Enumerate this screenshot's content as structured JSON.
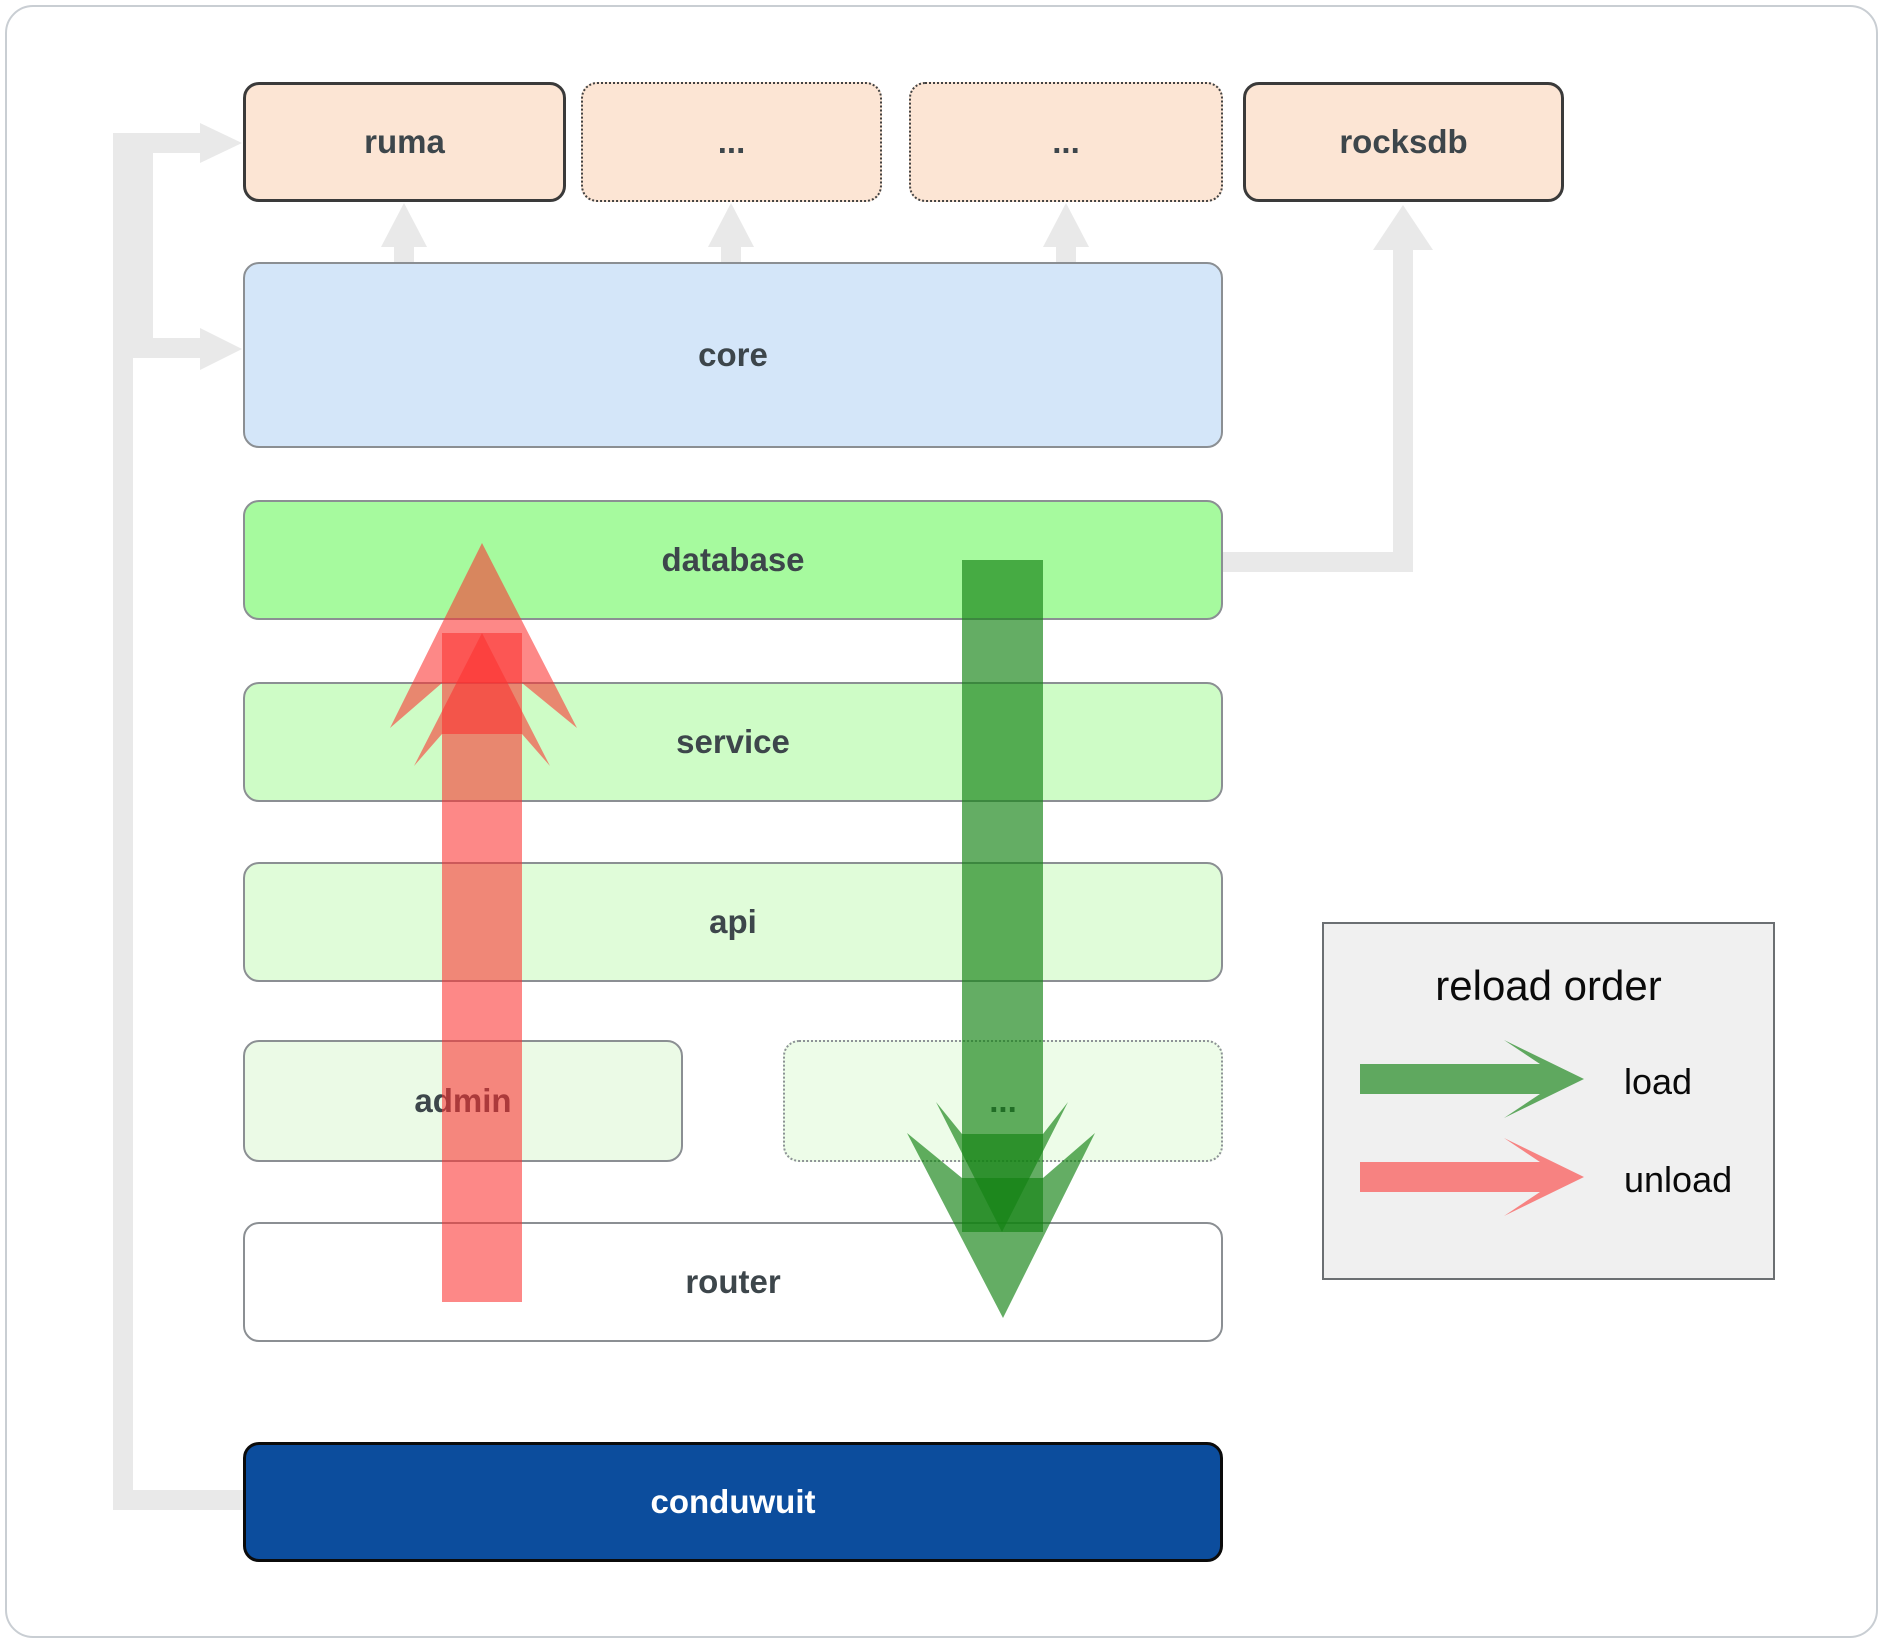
{
  "diagram": {
    "title_hint": "conduwuit architecture reload/load order diagram",
    "nodes": {
      "ruma": "ruma",
      "extra1": "...",
      "extra2": "...",
      "rocksdb": "rocksdb",
      "core": "core",
      "database": "database",
      "service": "service",
      "api": "api",
      "admin": "admin",
      "admin_extra": "...",
      "router": "router",
      "conduwuit": "conduwuit"
    },
    "legend": {
      "title": "reload order",
      "items": [
        {
          "label": "load",
          "color": "#2e8b2e"
        },
        {
          "label": "unload",
          "color": "#fa5a5a"
        }
      ]
    },
    "colors": {
      "peach_fill": "#fce5d4",
      "core_fill": "#d4e6f9",
      "database_fill": "#a6fa9e",
      "service_fill": "#cefcc6",
      "api_fill": "#e0fcd9",
      "admin_fill": "#ebfae6",
      "router_fill": "#ffffff",
      "conduwuit_fill": "#0c4d9d",
      "connector_gray": "#e9e9e9",
      "load_arrow_green": "rgba(20,130,20,0.66)",
      "unload_arrow_red": "rgba(252,50,48,0.58)",
      "legend_bg": "#f0f0f0"
    }
  }
}
